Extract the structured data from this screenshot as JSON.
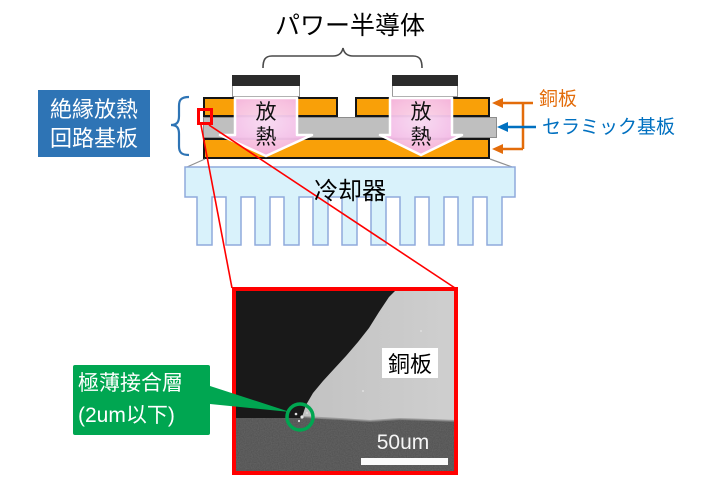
{
  "diagram": {
    "title": "パワー半導体",
    "board_label": {
      "line1": "絶縁放熱",
      "line2": "回路基板"
    },
    "heat_arrow_label": {
      "line1": "放",
      "line2": "熱"
    },
    "copper_plate_label": "銅板",
    "ceramic_substrate_label": "セラミック基板",
    "cooler_label": "冷却器"
  },
  "sem_inset": {
    "copper_plate_label": "銅板",
    "scale_bar_label": "50um",
    "callout": {
      "line1": "極薄接合層",
      "line2": "(2um以下)"
    }
  },
  "colors": {
    "copper_orange": "#F9A008",
    "ceramic_gray": "#BFBFBF",
    "label_blue": "#2E74B5",
    "arrow_blue": "#0070C0",
    "label_orange": "#E36C0A",
    "cooler_fill": "#D9F2FB",
    "cooler_border": "#8FAADC",
    "highlight_red": "#FF0000",
    "callout_green": "#00A651",
    "heat_pink": "#F6BCE9"
  }
}
